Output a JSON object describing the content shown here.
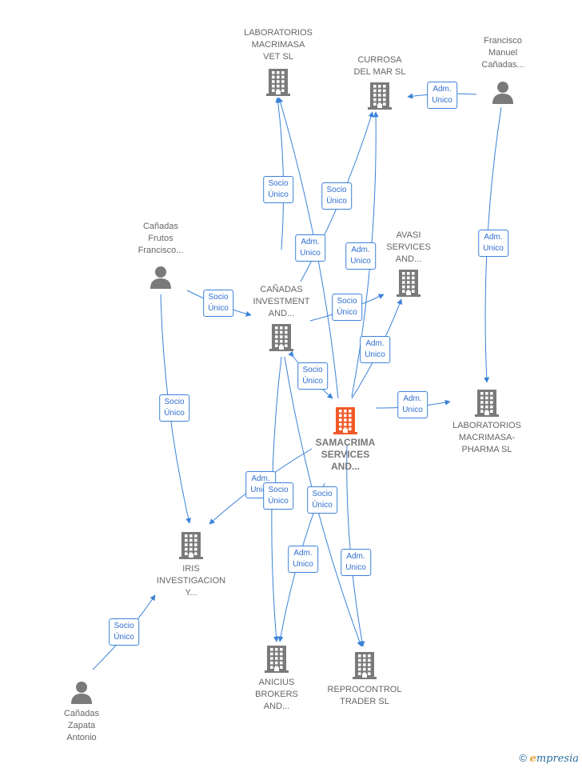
{
  "nodes": [
    {
      "id": "lab_vet",
      "kind": "company",
      "label": "LABORATORIOS\nMACRIMASA\nVET  SL",
      "color": "#7a7a7a"
    },
    {
      "id": "currosa",
      "kind": "company",
      "label": "CURROSA\nDEL MAR  SL",
      "color": "#7a7a7a"
    },
    {
      "id": "francisco_manuel",
      "kind": "person",
      "label": "Francisco\nManuel\nCañadas...",
      "color": "#7a7a7a"
    },
    {
      "id": "canadas_frutos",
      "kind": "person",
      "label": "Cañadas\nFrutos\nFrancisco...",
      "color": "#7a7a7a"
    },
    {
      "id": "canadas_inv",
      "kind": "company",
      "label": "CAÑADAS\nINVESTMENT\nAND...",
      "color": "#7a7a7a"
    },
    {
      "id": "avasi",
      "kind": "company",
      "label": "AVASI\nSERVICES\nAND...",
      "color": "#7a7a7a"
    },
    {
      "id": "samacrima",
      "kind": "company",
      "label": "SAMACRIMA\nSERVICES\nAND...",
      "color": "#f05a28",
      "main": true
    },
    {
      "id": "lab_pharma",
      "kind": "company",
      "label": "LABORATORIOS\nMACRIMASA-\nPHARMA  SL",
      "color": "#7a7a7a"
    },
    {
      "id": "iris",
      "kind": "company",
      "label": "IRIS\nINVESTIGACION\nY...",
      "color": "#7a7a7a"
    },
    {
      "id": "anicius",
      "kind": "company",
      "label": "ANICIUS\nBROKERS\nAND...",
      "color": "#7a7a7a"
    },
    {
      "id": "reprocontrol",
      "kind": "company",
      "label": "REPROCONTROL\nTRADER  SL",
      "color": "#7a7a7a"
    },
    {
      "id": "zapata",
      "kind": "person",
      "label": "Cañadas\nZapata\nAntonio",
      "color": "#7a7a7a"
    }
  ],
  "edges": [
    {
      "from": "canadas_inv",
      "to": "lab_vet",
      "label": "Socio\nÚnico"
    },
    {
      "from": "canadas_inv",
      "to": "currosa",
      "label": "Socio\nÚnico"
    },
    {
      "from": "samacrima",
      "to": "lab_vet",
      "label": "Adm.\nUnico"
    },
    {
      "from": "samacrima",
      "to": "currosa",
      "label": "Adm.\nUnico"
    },
    {
      "from": "francisco_manuel",
      "to": "currosa",
      "label": "Adm.\nUnico"
    },
    {
      "from": "francisco_manuel",
      "to": "lab_pharma",
      "label": "Adm.\nUnico"
    },
    {
      "from": "canadas_frutos",
      "to": "canadas_inv",
      "label": "Socio\nÚnico"
    },
    {
      "from": "canadas_inv",
      "to": "avasi",
      "label": "Socio\nÚnico"
    },
    {
      "from": "samacrima",
      "to": "avasi",
      "label": "Adm.\nUnico"
    },
    {
      "from": "canadas_inv",
      "to": "samacrima",
      "label": "Socio\nÚnico"
    },
    {
      "from": "samacrima",
      "to": "lab_pharma",
      "label": "Adm.\nUnico"
    },
    {
      "from": "canadas_frutos",
      "to": "iris",
      "label": "Socio\nÚnico"
    },
    {
      "from": "samacrima",
      "to": "iris",
      "label": "Adm.\nUnico"
    },
    {
      "from": "canadas_inv",
      "to": "anicius",
      "label": "Socio\nÚnico"
    },
    {
      "from": "canadas_inv",
      "to": "reprocontrol",
      "label": "Socio\nÚnico"
    },
    {
      "from": "samacrima",
      "to": "anicius",
      "label": "Adm.\nUnico"
    },
    {
      "from": "samacrima",
      "to": "reprocontrol",
      "label": "Adm.\nUnico"
    },
    {
      "from": "zapata",
      "to": "iris",
      "label": "Socio\nÚnico"
    }
  ],
  "footer": {
    "copyright": "©",
    "brand_initial": "e",
    "brand_rest": "mpresia"
  }
}
